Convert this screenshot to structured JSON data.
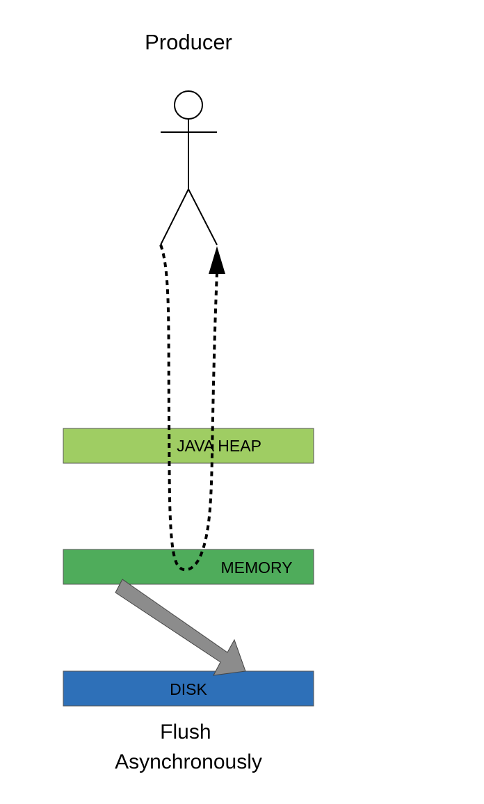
{
  "diagram": {
    "actor_label": "Producer",
    "layers": {
      "java_heap": {
        "label": "JAVA HEAP",
        "color": "#9fcd63"
      },
      "memory": {
        "label": "MEMORY",
        "color": "#4fac5b"
      },
      "disk": {
        "label": "DISK",
        "color": "#2e70b8"
      }
    },
    "flush_arrow_color": "#8c8c8c",
    "caption_lines": [
      "Flush",
      "Asynchronously"
    ]
  }
}
